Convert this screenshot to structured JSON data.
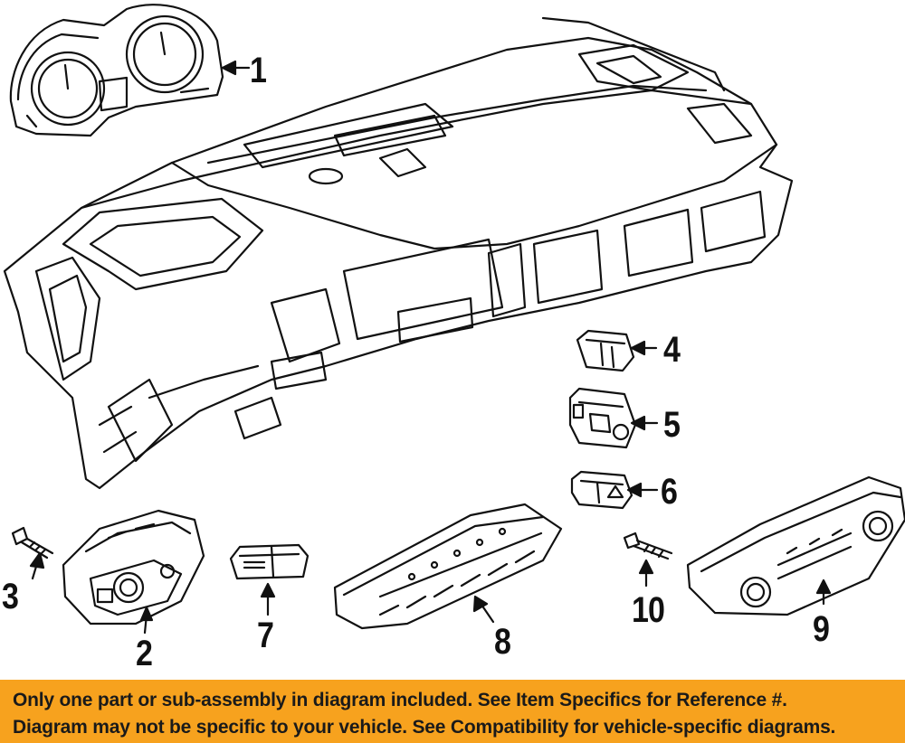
{
  "callouts": {
    "c1": "1",
    "c2": "2",
    "c3": "3",
    "c4": "4",
    "c5": "5",
    "c6": "6",
    "c7": "7",
    "c8": "8",
    "c9": "9",
    "c10": "10"
  },
  "notice": {
    "line1": "Only one part or sub-assembly in diagram included. See Item Specifics for Reference #.",
    "line2": "Diagram may not be specific to your vehicle. See Compatibility for vehicle-specific diagrams."
  },
  "colors": {
    "banner": "#F7A21E",
    "line": "#111111"
  }
}
